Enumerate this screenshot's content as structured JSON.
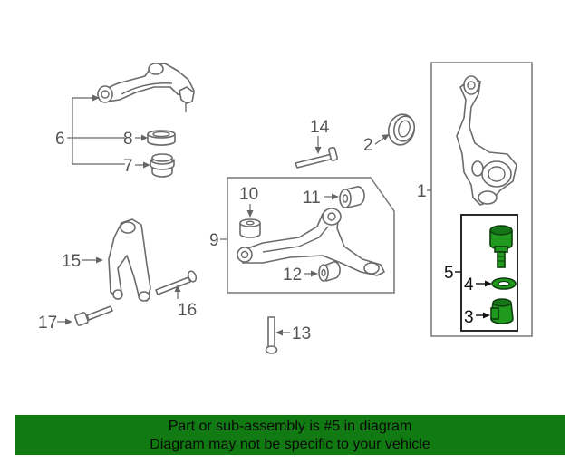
{
  "callouts": {
    "c1": "1",
    "c2": "2",
    "c3": "3",
    "c4": "4",
    "c5": "5",
    "c6": "6",
    "c7": "7",
    "c8": "8",
    "c9": "9",
    "c10": "10",
    "c11": "11",
    "c12": "12",
    "c13": "13",
    "c14": "14",
    "c15": "15",
    "c16": "16",
    "c17": "17"
  },
  "banner": {
    "line1": "Part or sub-assembly is #5 in diagram",
    "line2": "Diagram may not be specific to your vehicle"
  },
  "colors": {
    "highlight": "#1f9a1f",
    "banner_bg": "#127a12",
    "line": "#6b6b6b"
  }
}
